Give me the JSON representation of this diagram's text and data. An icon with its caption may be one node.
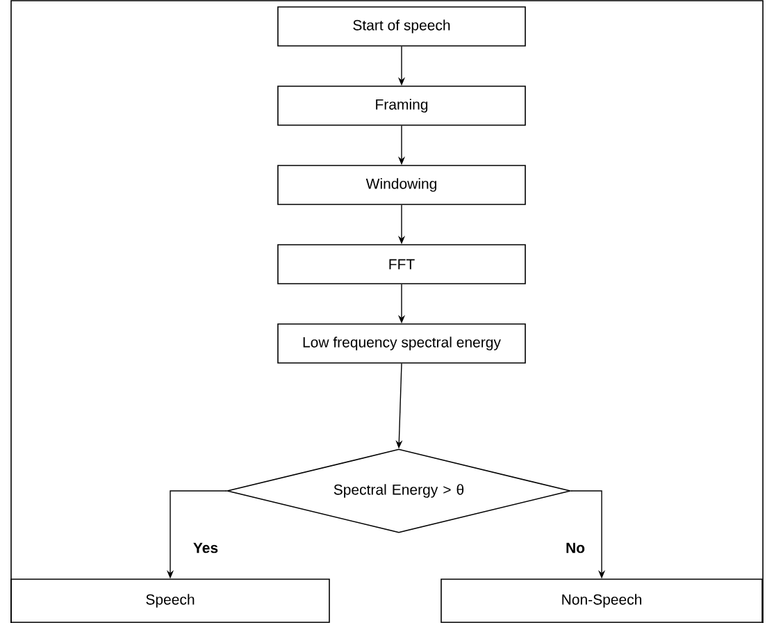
{
  "diagram": {
    "nodes": [
      {
        "text": [
          "Start of speech"
        ]
      },
      {
        "text": [
          "Framing"
        ]
      },
      {
        "text": [
          "Windowing"
        ]
      },
      {
        "text": [
          "FFT"
        ]
      },
      {
        "text": [
          "Low frequency spectral energy"
        ]
      },
      {
        "text": [
          "Spectral Energy > θ"
        ]
      },
      {
        "text": [
          "Speech"
        ]
      },
      {
        "text": [
          "Non-Speech"
        ]
      }
    ],
    "edges": [
      {
        "from": 0,
        "to": 1,
        "arrow": "to"
      },
      {
        "from": 1,
        "to": 2,
        "arrow": "to"
      },
      {
        "from": 2,
        "to": 3,
        "arrow": "to"
      },
      {
        "from": 3,
        "to": 4,
        "arrow": "to"
      },
      {
        "from": 4,
        "to": 5,
        "arrow": "to"
      },
      {
        "from": 5,
        "to": 6,
        "arrow": "to",
        "label": "Yes"
      },
      {
        "from": 5,
        "to": 7,
        "arrow": "to",
        "label": "No"
      }
    ]
  }
}
